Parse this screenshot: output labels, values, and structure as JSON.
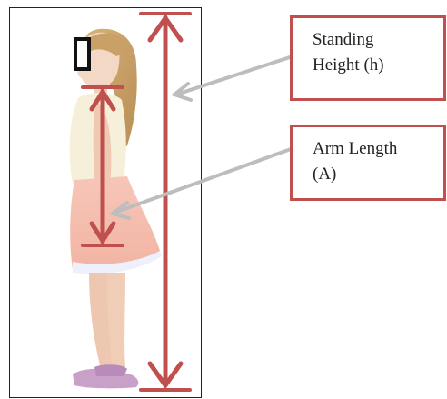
{
  "callouts": {
    "standing_height": {
      "line1": "Standing",
      "line2": "Height (h)"
    },
    "arm_length": {
      "line1": "Arm Length",
      "line2": "(A)"
    }
  },
  "colors": {
    "measure": "#c0504d",
    "pointer": "#bdbdbd",
    "frame": "#222222"
  }
}
